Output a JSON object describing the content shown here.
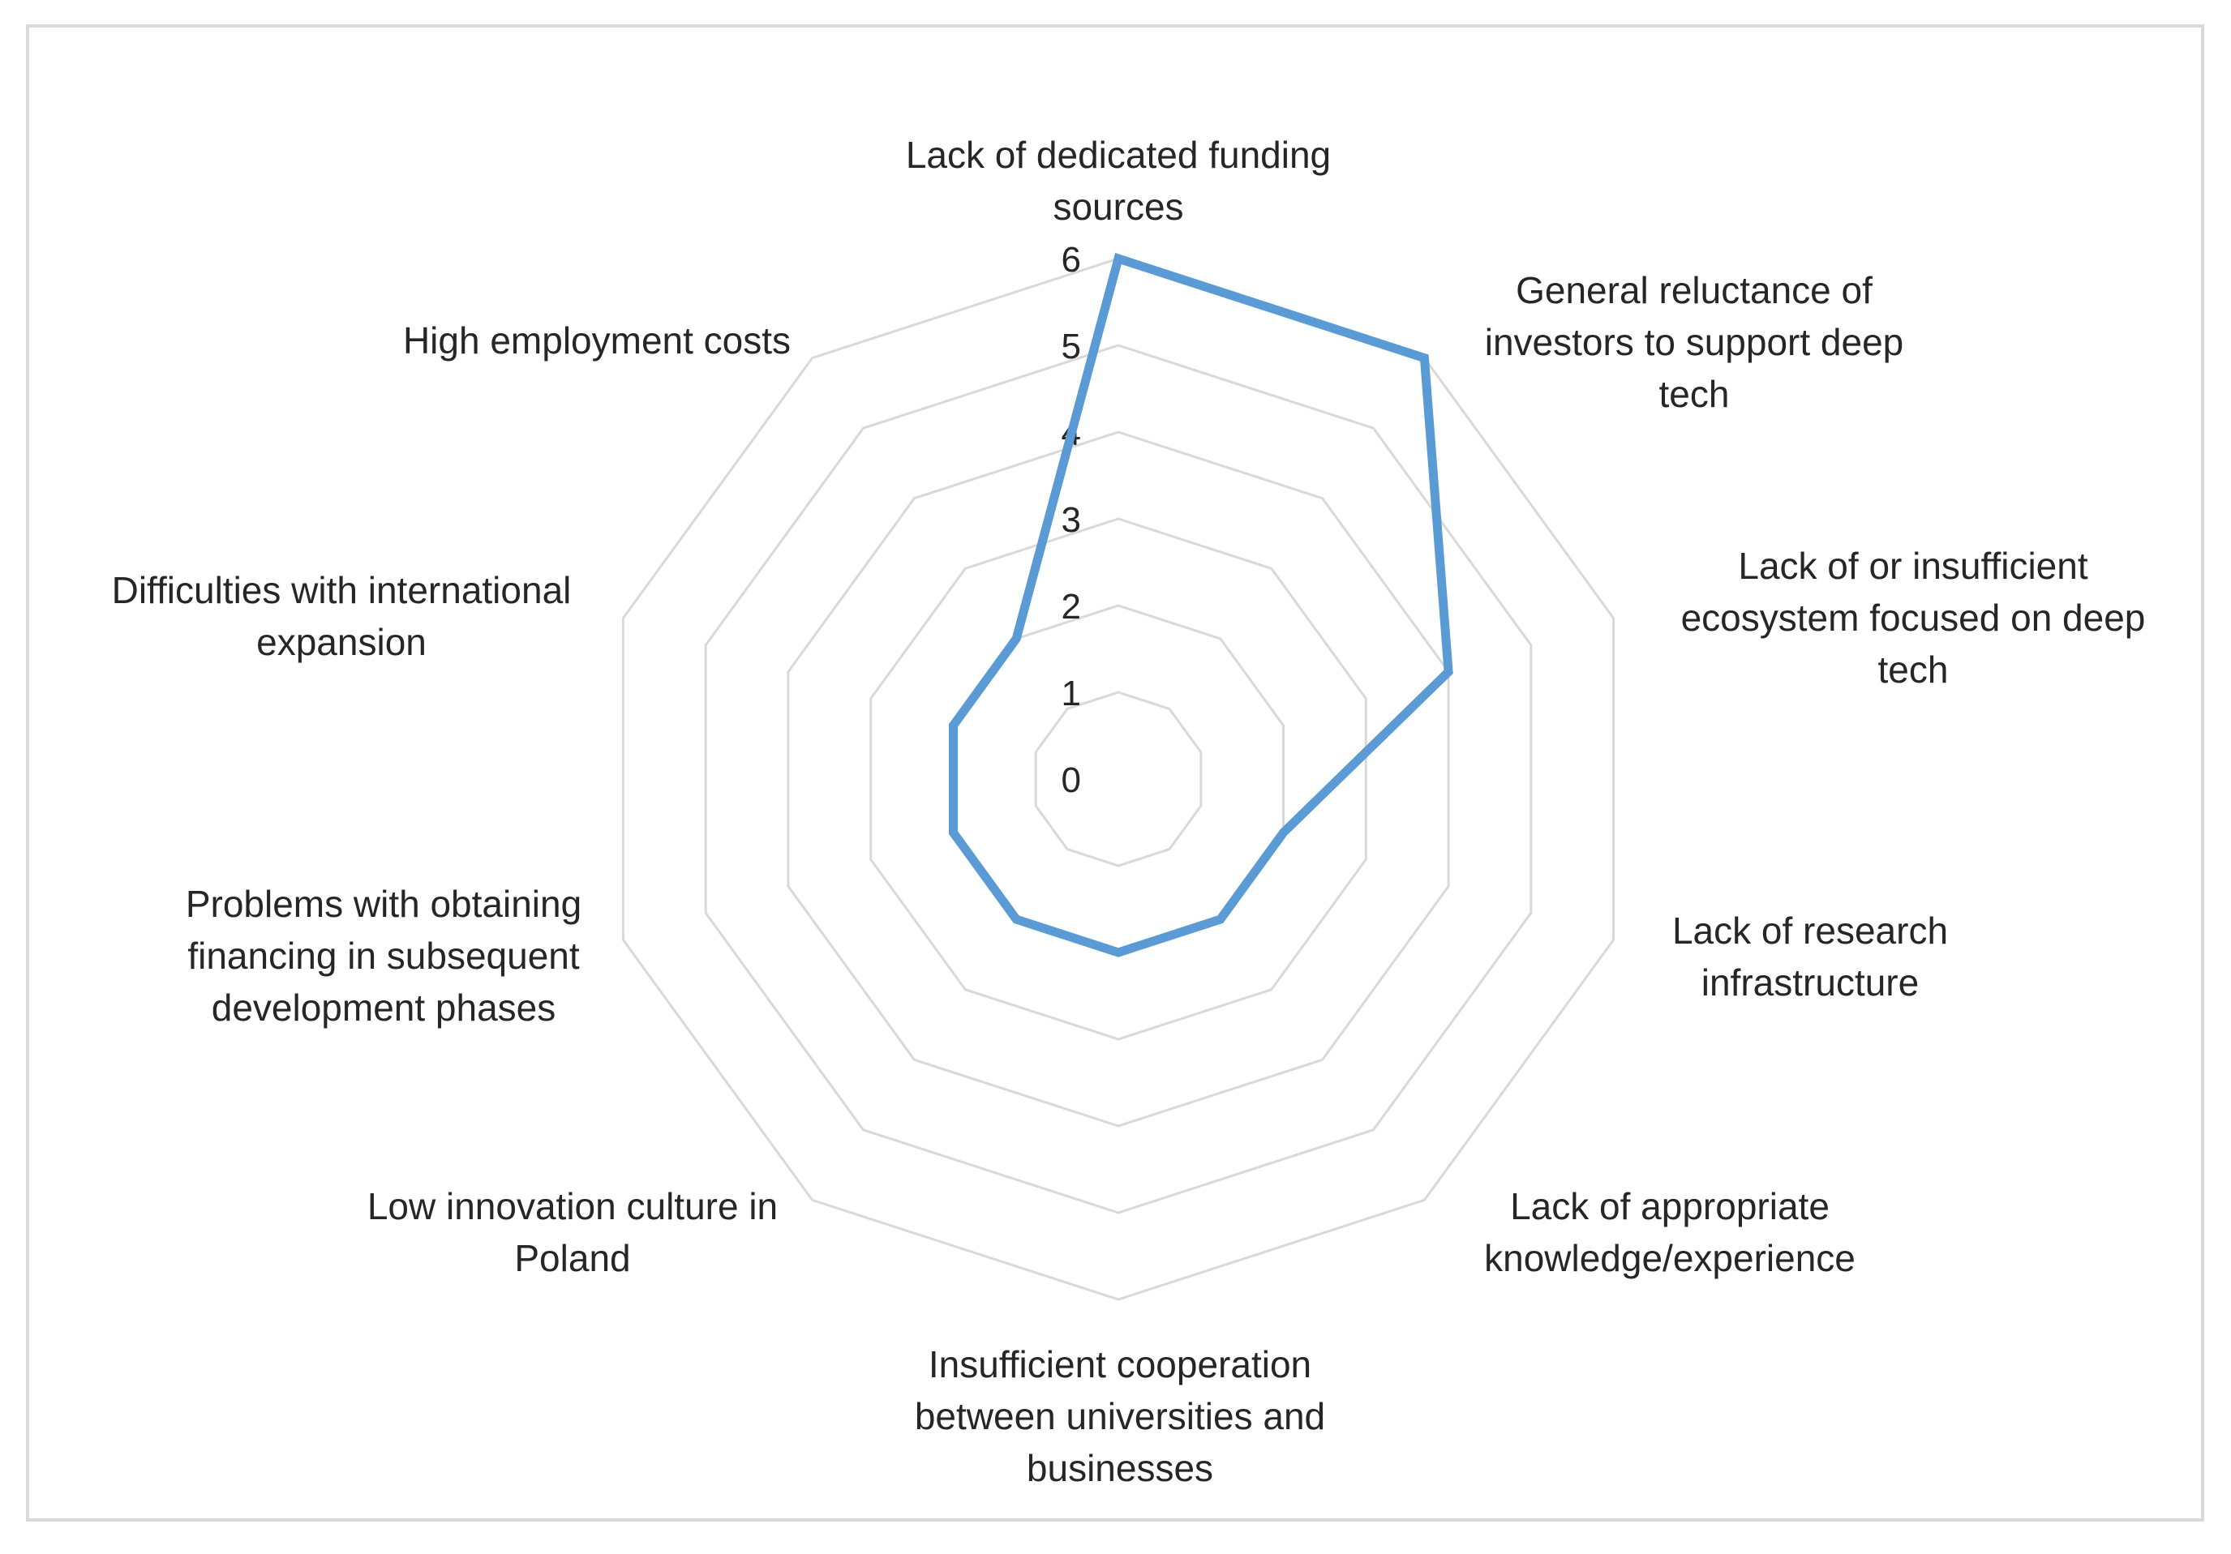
{
  "chart_data": {
    "type": "radar",
    "title": "",
    "categories": [
      "Lack of dedicated funding sources",
      "General reluctance of investors to support deep tech",
      "Lack of or insufficient ecosystem focused on deep tech",
      "Lack of research infrastructure",
      "Lack of appropriate knowledge/experience",
      "Insufficient cooperation between universities and businesses",
      "Low innovation culture in Poland",
      "Problems with obtaining financing in subsequent development phases",
      "Difficulties with international expansion",
      "High employment costs"
    ],
    "label_lines": [
      [
        "Lack of dedicated funding",
        "sources"
      ],
      [
        "General reluctance of",
        "investors to support deep",
        "tech"
      ],
      [
        "Lack of or insufficient",
        "ecosystem focused on deep",
        "tech"
      ],
      [
        "Lack of research",
        "infrastructure"
      ],
      [
        "Lack of appropriate",
        "knowledge/experience"
      ],
      [
        "Insufficient cooperation",
        "between universities and",
        "businesses"
      ],
      [
        "Low innovation culture in",
        "Poland"
      ],
      [
        "Problems with obtaining",
        "financing in subsequent",
        "development phases"
      ],
      [
        "Difficulties with international",
        "expansion"
      ],
      [
        "High employment costs"
      ]
    ],
    "series": [
      {
        "values": [
          6,
          6,
          4,
          2,
          2,
          2,
          2,
          2,
          2,
          2
        ]
      }
    ],
    "radial_ticks": [
      "0",
      "1",
      "2",
      "3",
      "4",
      "5",
      "6"
    ],
    "rlim": [
      0,
      6
    ],
    "grid": true,
    "legend": "none",
    "colors": {
      "series": "#5b9bd5",
      "grid": "#d9d9d9",
      "text": "#262626",
      "border": "#d9d9d9"
    }
  }
}
